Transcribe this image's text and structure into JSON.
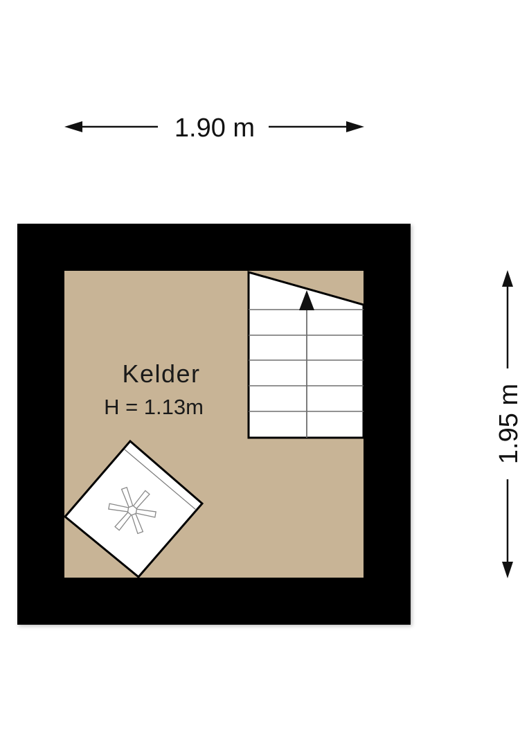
{
  "dimensions": {
    "width_label": "1.90 m",
    "height_label": "1.95 m"
  },
  "room": {
    "name": "Kelder",
    "height": "H = 1.13m"
  },
  "colors": {
    "wall": "#000000",
    "floor": "#c8b496",
    "fixture": "#ffffff"
  },
  "icons": {
    "stairs": "stairs-icon",
    "appliance": "appliance-icon",
    "direction": "arrow-up-icon"
  }
}
